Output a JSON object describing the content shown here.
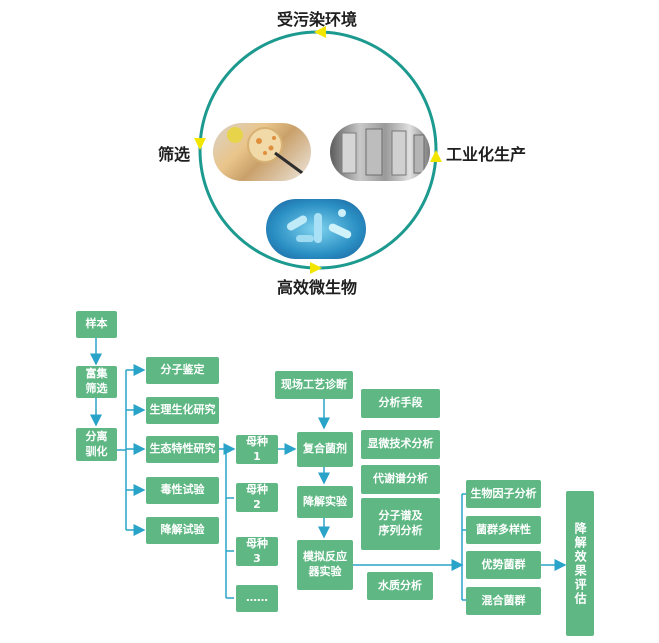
{
  "cycle": {
    "top_label": "受污染环境",
    "right_label": "工业化生产",
    "bottom_label": "高效微生物",
    "left_label": "筛选",
    "ring_color": "#1d9a8f",
    "arrow_color": "#f2e600"
  },
  "flow": {
    "box_color": "#5fb884",
    "arrow_color": "#2aa3c9",
    "col1": [
      "样本",
      "富集\n筛选",
      "分离\n驯化"
    ],
    "col2": [
      "分子鉴定",
      "生理生化研究",
      "生态特性研究",
      "毒性试验",
      "降解试验"
    ],
    "col3": [
      "母种\n1",
      "母种\n2",
      "母种\n3",
      "……"
    ],
    "diagnosis": "现场工艺诊断",
    "col4": [
      "复合菌剂",
      "降解实验",
      "模拟反应\n器实验"
    ],
    "col5": [
      "分析手段",
      "显微技术分析",
      "代谢谱分析",
      "分子谱及\n序列分析"
    ],
    "water": "水质分析",
    "col6": [
      "生物因子分析",
      "菌群多样性",
      "优势菌群",
      "混合菌群"
    ],
    "final": "降解效果评估"
  }
}
